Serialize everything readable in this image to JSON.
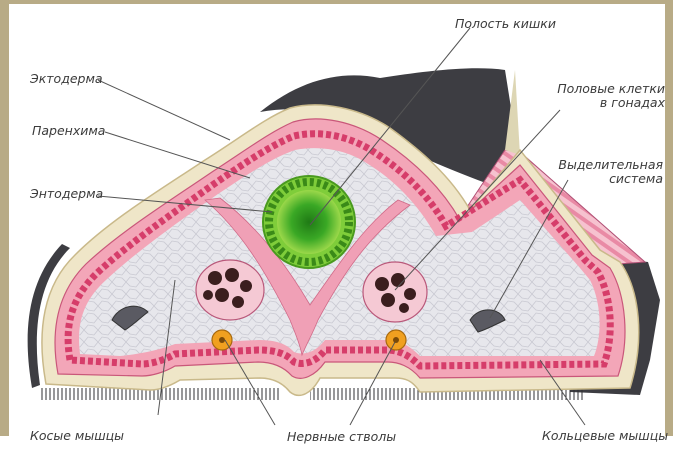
{
  "labels": {
    "intestinal_cavity": "Полость кишки",
    "ectoderm": "Эктодерма",
    "sex_cells_line1": "Половые клетки",
    "sex_cells_line2": "в гонадах",
    "parenchyma": "Паренхима",
    "excretory_line1": "Выделительная",
    "excretory_line2": "система",
    "endoderm": "Энтодерма",
    "oblique_muscles": "Косые мышцы",
    "nerve_trunks": "Нервные стволы",
    "ring_muscles": "Кольцевые мышцы"
  },
  "colors": {
    "frame": "#b8ab86",
    "epithelium": "#efe6c8",
    "tissue": "#f3a6b8",
    "muscle_cells": "#d63d6a",
    "parenchyma": "#e6e6ea",
    "gut": "#5fbf2b",
    "gut_center": "#2e8f1d",
    "cilia": "#3a3a3d",
    "gonad": "#3b1e1e",
    "nerve": "#f0a020",
    "leader": "#555555"
  }
}
